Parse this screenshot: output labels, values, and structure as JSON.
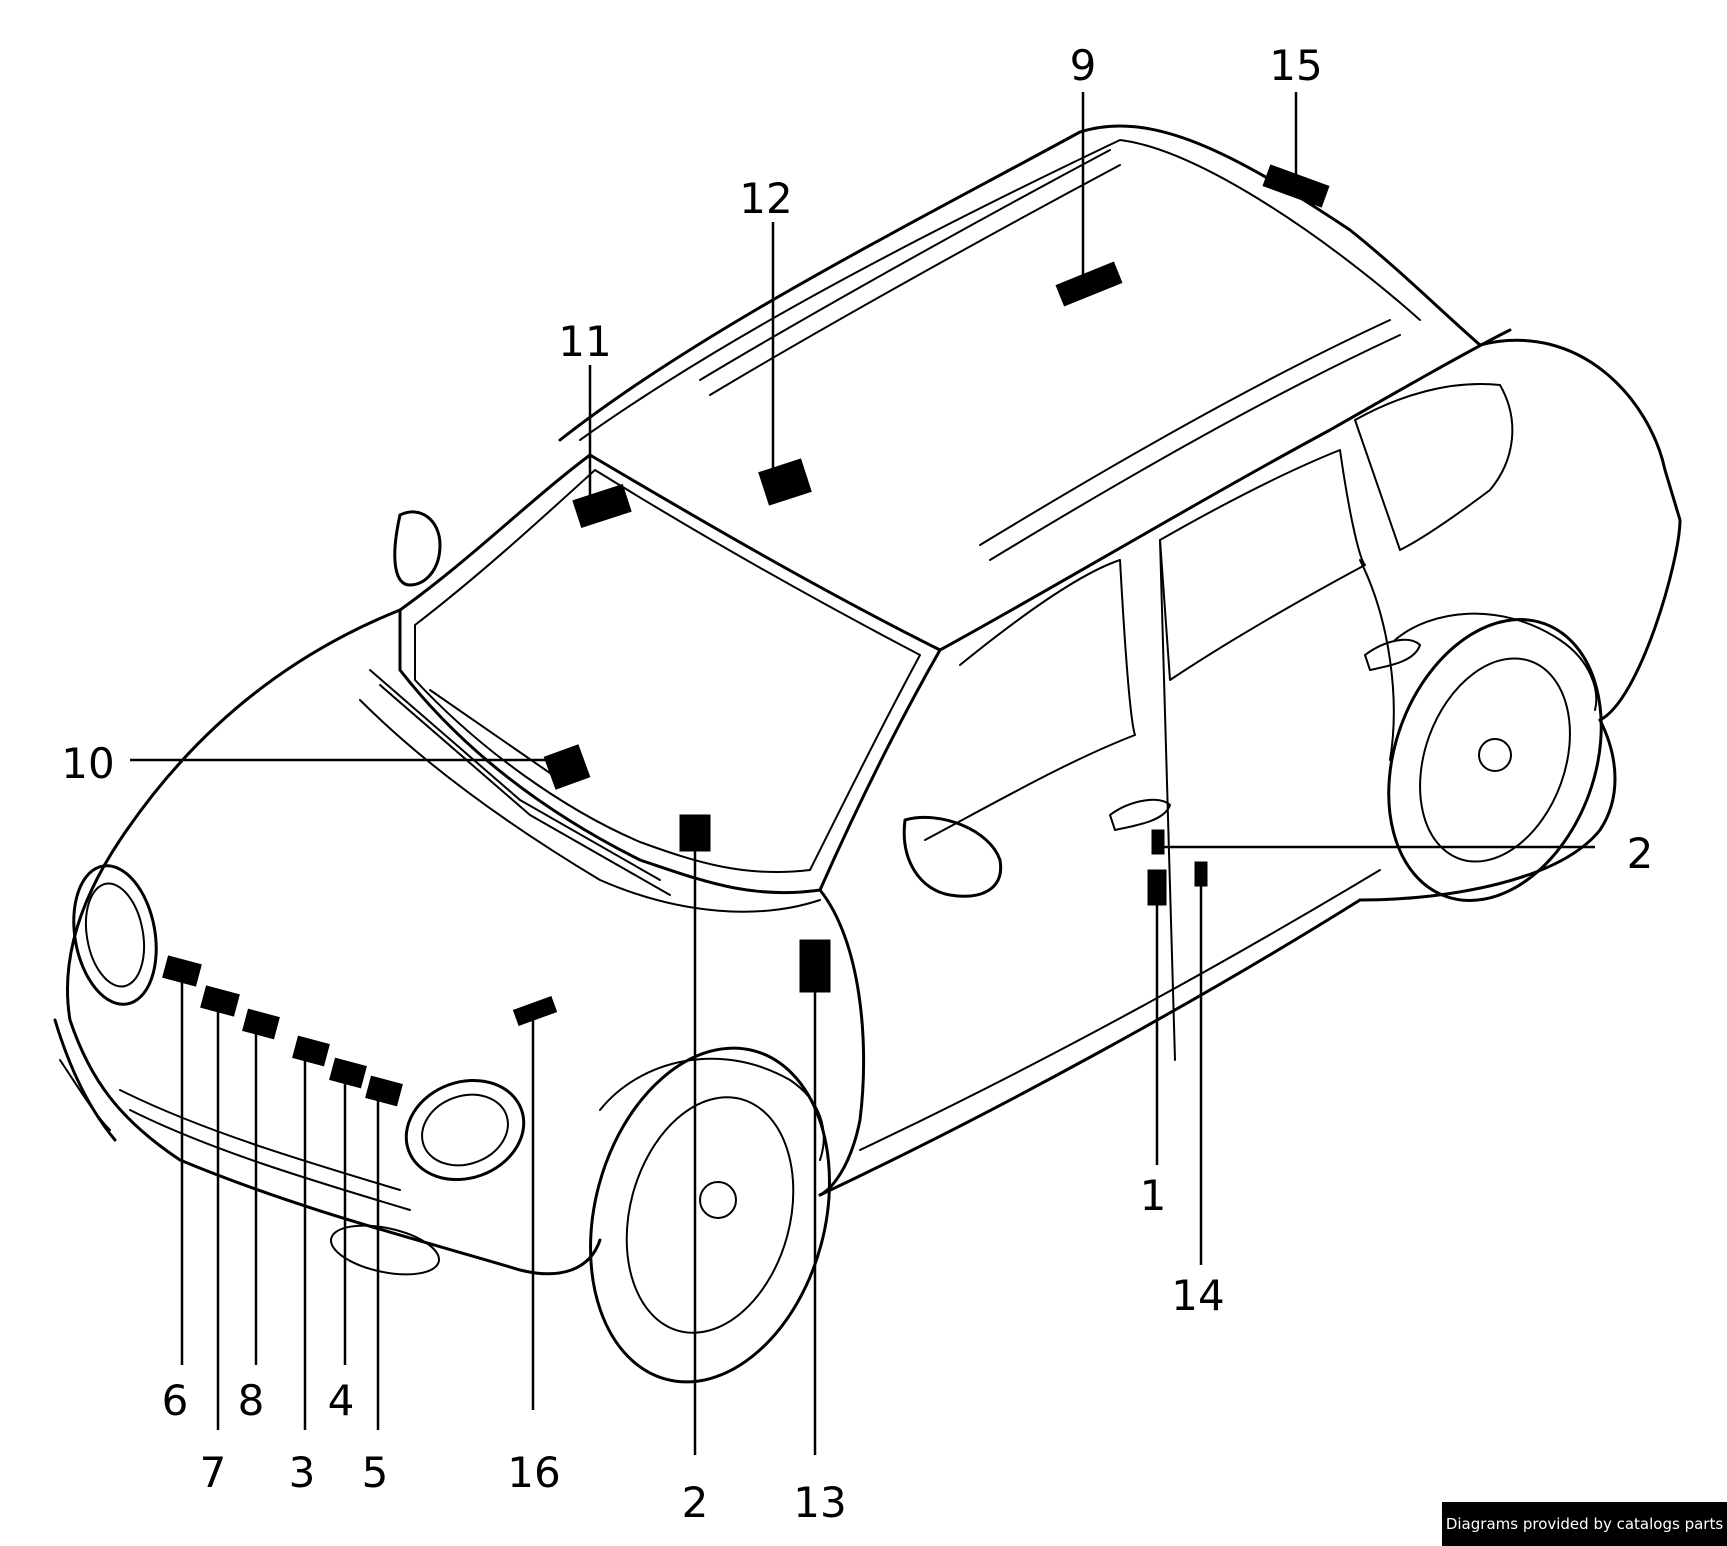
{
  "credit": "Diagrams provided by catalogs parts",
  "callouts": {
    "c1": "1",
    "c2a": "2",
    "c2b": "2",
    "c3": "3",
    "c4": "4",
    "c5": "5",
    "c6": "6",
    "c7": "7",
    "c8": "8",
    "c9": "9",
    "c10": "10",
    "c11": "11",
    "c12": "12",
    "c13": "13",
    "c14": "14",
    "c15": "15",
    "c16": "16"
  }
}
